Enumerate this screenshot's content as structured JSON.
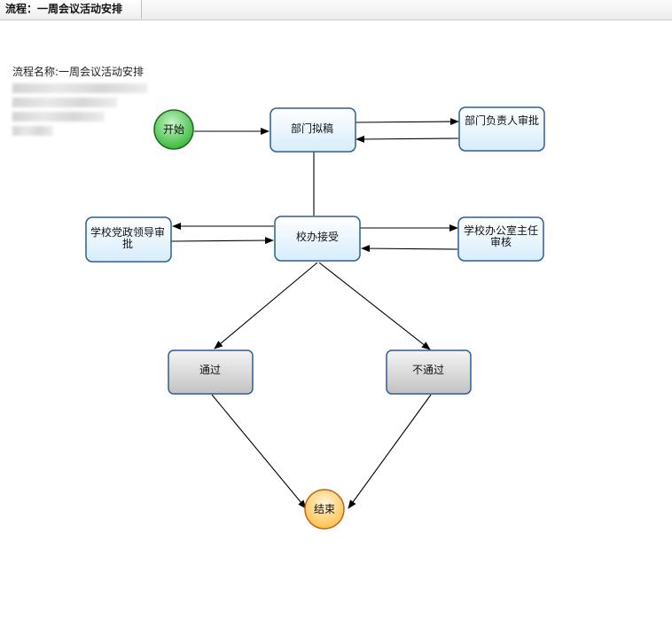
{
  "tab": {
    "title": "流程：一周会议活动安排"
  },
  "info": {
    "process_name": "流程名称:一周会议活动安排",
    "redacted_lines": 4
  },
  "colors": {
    "node_border": "#2e5f8f",
    "node_fill_light": "#ffffff",
    "node_fill_blue": "#dcefff",
    "gray_fill_top": "#f2f2f2",
    "gray_fill_bottom": "#c4c4c4",
    "start_fill": "#3fbf3f",
    "start_border": "#1e6b1e",
    "end_fill": "#ffcc55",
    "end_border": "#c86418",
    "edge": "#000000"
  },
  "nodes": {
    "start": {
      "label": "开始"
    },
    "draft": {
      "label": "部门拟稿"
    },
    "dept_head": {
      "label": "部门负责人审批"
    },
    "school_office": {
      "label": "校办接受"
    },
    "party_leader": {
      "lines": [
        "学校党政领导审",
        "批"
      ]
    },
    "office_director": {
      "lines": [
        "学校办公室主任",
        "审核"
      ]
    },
    "pass": {
      "label": "通过"
    },
    "reject": {
      "label": "不通过"
    },
    "end": {
      "label": "结束"
    }
  }
}
